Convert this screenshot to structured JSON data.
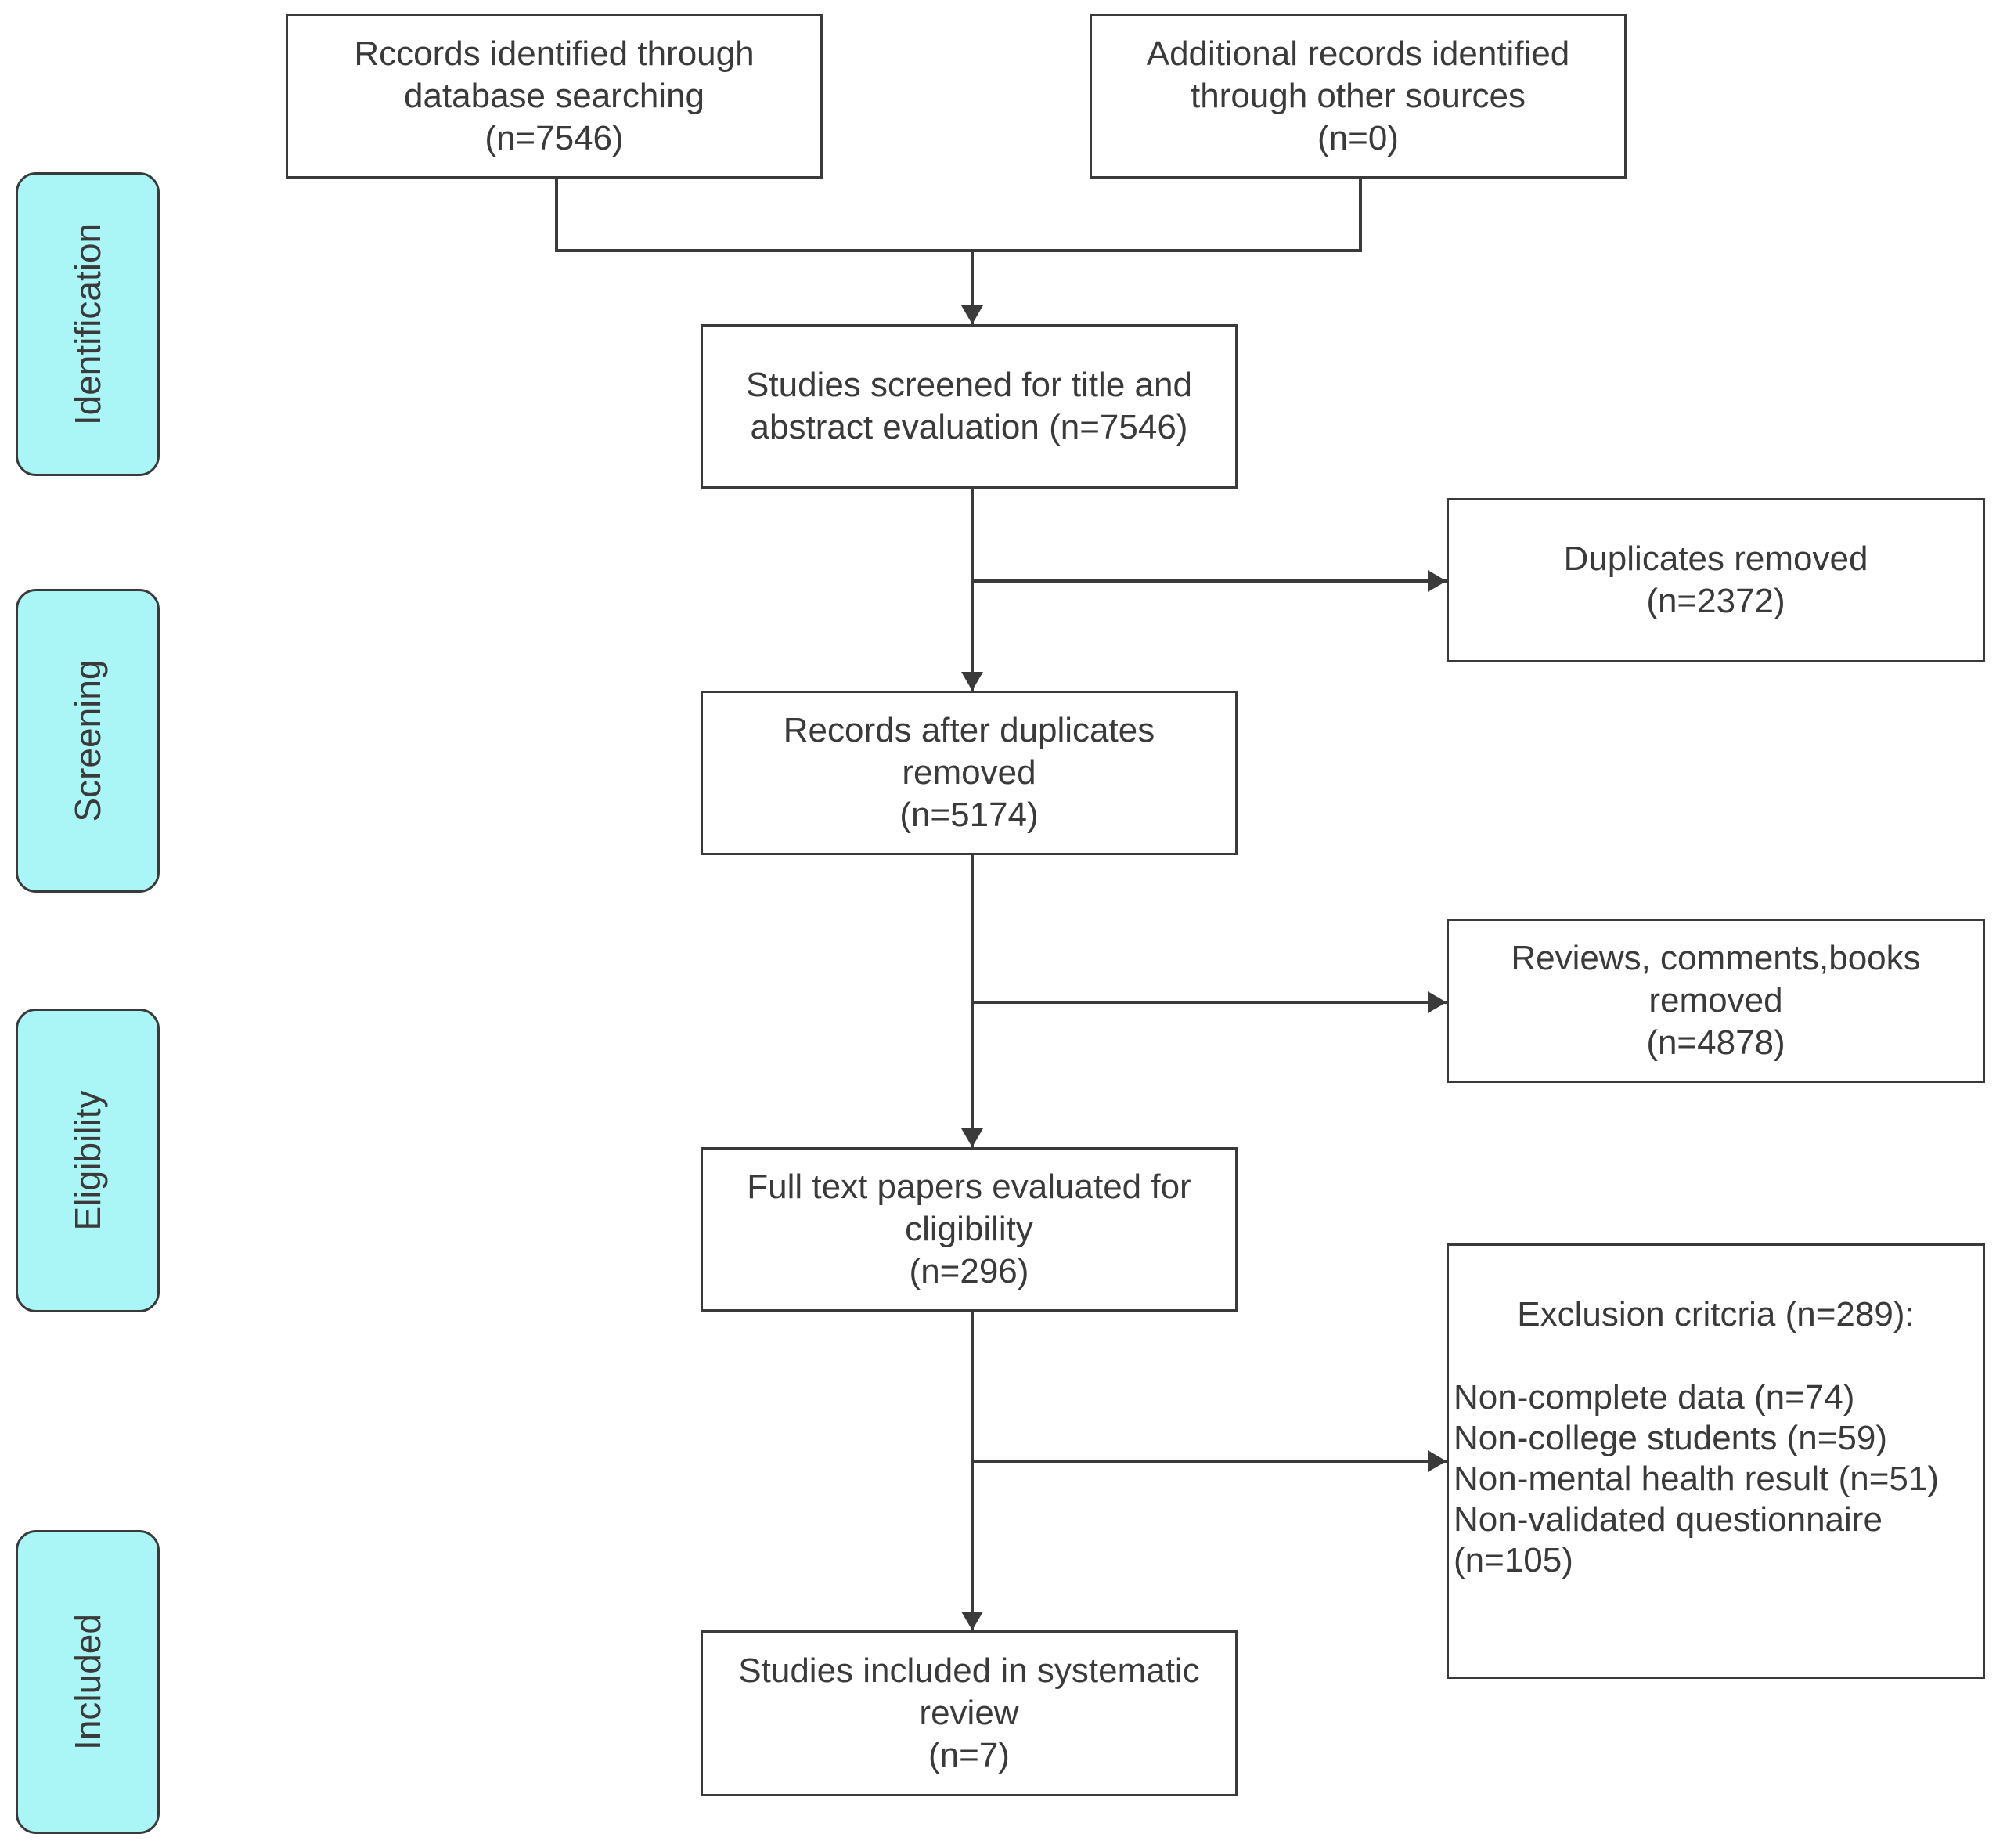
{
  "stages": [
    "Identification",
    "Screening",
    "Eligibility",
    "Included"
  ],
  "boxes": {
    "database": [
      "Rccords identified through",
      "database searching",
      "(n=7546)"
    ],
    "other_sources": [
      "Additional records identified",
      "through other sources",
      "(n=0)"
    ],
    "screened": [
      "Studies screened for title and",
      "abstract evaluation (n=7546)"
    ],
    "duplicates_removed": [
      "Duplicates removed",
      "(n=2372)"
    ],
    "after_duplicates": [
      "Records after duplicates",
      "removed",
      "(n=5174)"
    ],
    "reviews_removed": [
      "Reviews, comments,books",
      "removed",
      "(n=4878)"
    ],
    "full_text": [
      "Full text papers evaluated for",
      "cligibility",
      "(n=296)"
    ],
    "included": [
      "Studies included in systematic",
      "review",
      "(n=7)"
    ]
  },
  "exclusion": {
    "heading": "Exclusion critcria (n=289):",
    "items": [
      "Non-complete data (n=74)",
      "Non-college students (n=59)",
      "Non-mental health result (n=51)",
      "Non-validated questionnaire",
      "(n=105)"
    ]
  }
}
